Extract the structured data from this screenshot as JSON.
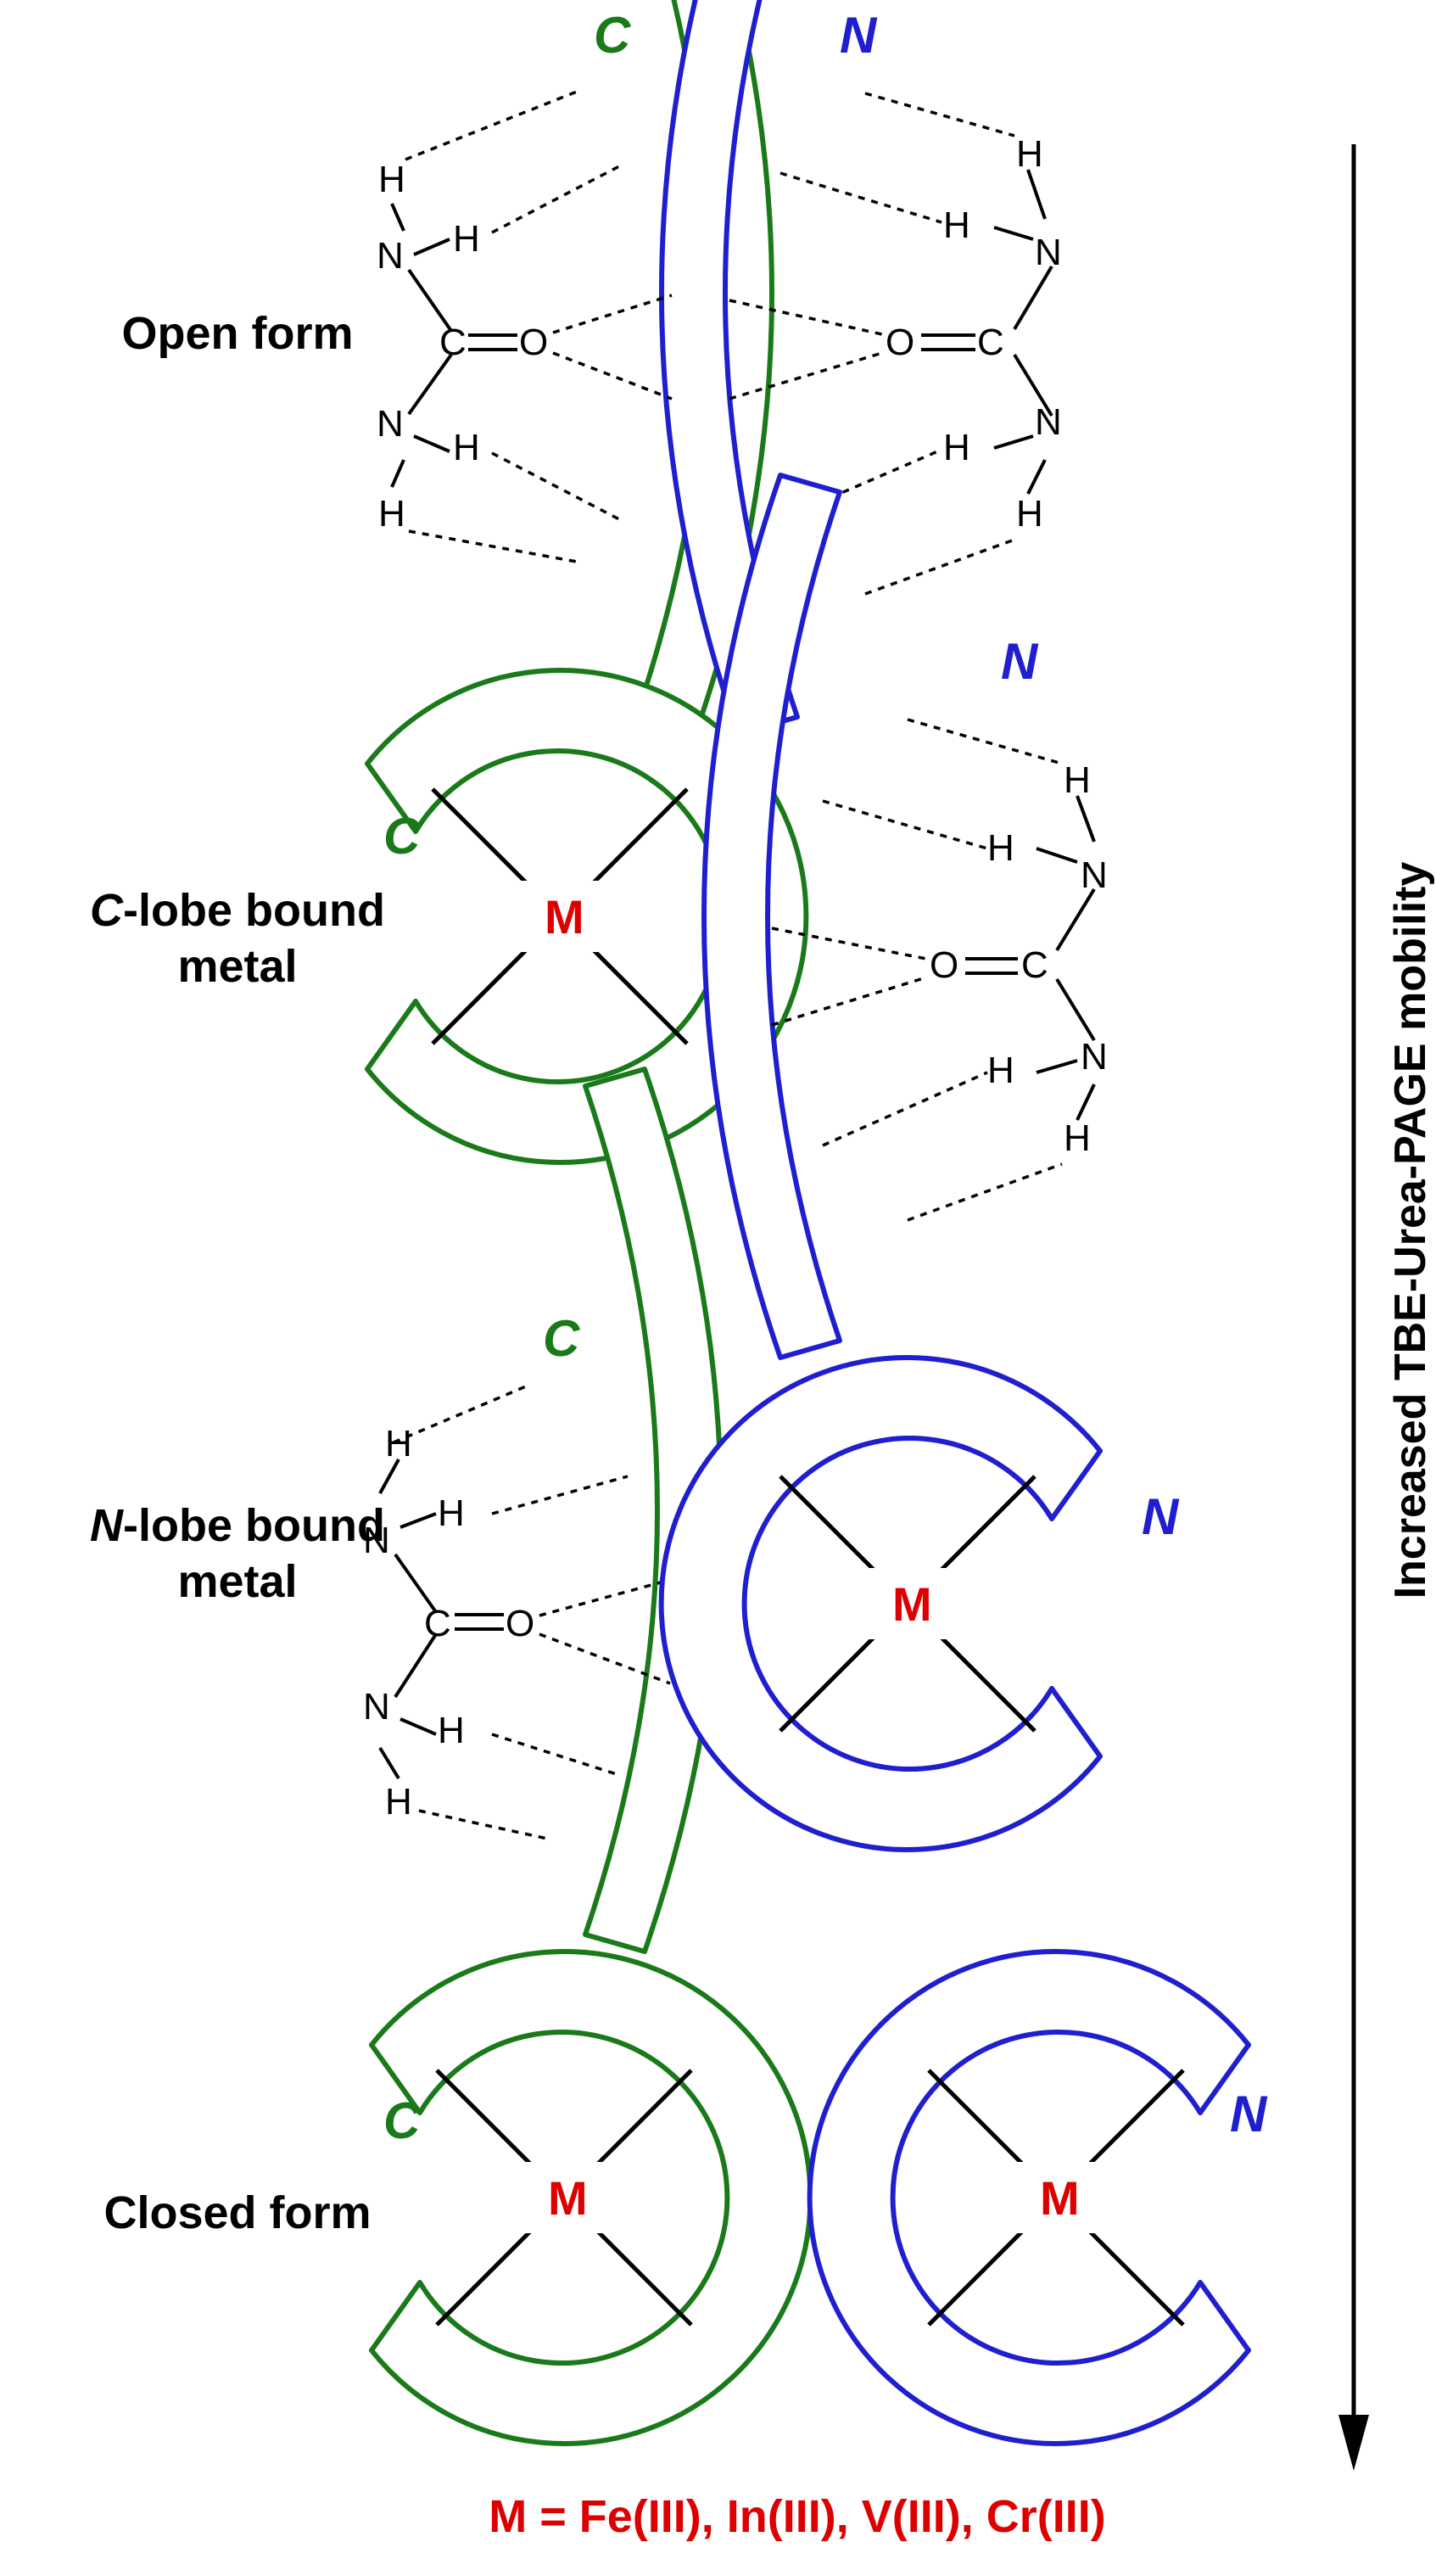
{
  "states": [
    {
      "id": "open",
      "label_italic": "",
      "label_line1": "Open form",
      "label_line2": ""
    },
    {
      "id": "c_bound",
      "label_italic": "C",
      "label_line1": "-lobe bound",
      "label_line2": "metal"
    },
    {
      "id": "n_bound",
      "label_italic": "N",
      "label_line1": "-lobe bound",
      "label_line2": "metal"
    },
    {
      "id": "closed",
      "label_italic": "",
      "label_line1": "Closed form",
      "label_line2": ""
    }
  ],
  "lobe_labels": {
    "c": "C",
    "n": "N"
  },
  "atoms": {
    "hydrogen": "H",
    "nitrogen": "N",
    "carbon": "C",
    "oxygen": "O",
    "metal": "M"
  },
  "side_axis_label": "Increased TBE-Urea-PAGE mobility",
  "metal_legend": "M = Fe(III), In(III), V(III), Cr(III)",
  "colors": {
    "c_lobe": "#1a7a1a",
    "n_lobe": "#1f1fcf",
    "metal": "#dd0000",
    "ink": "#000000"
  }
}
